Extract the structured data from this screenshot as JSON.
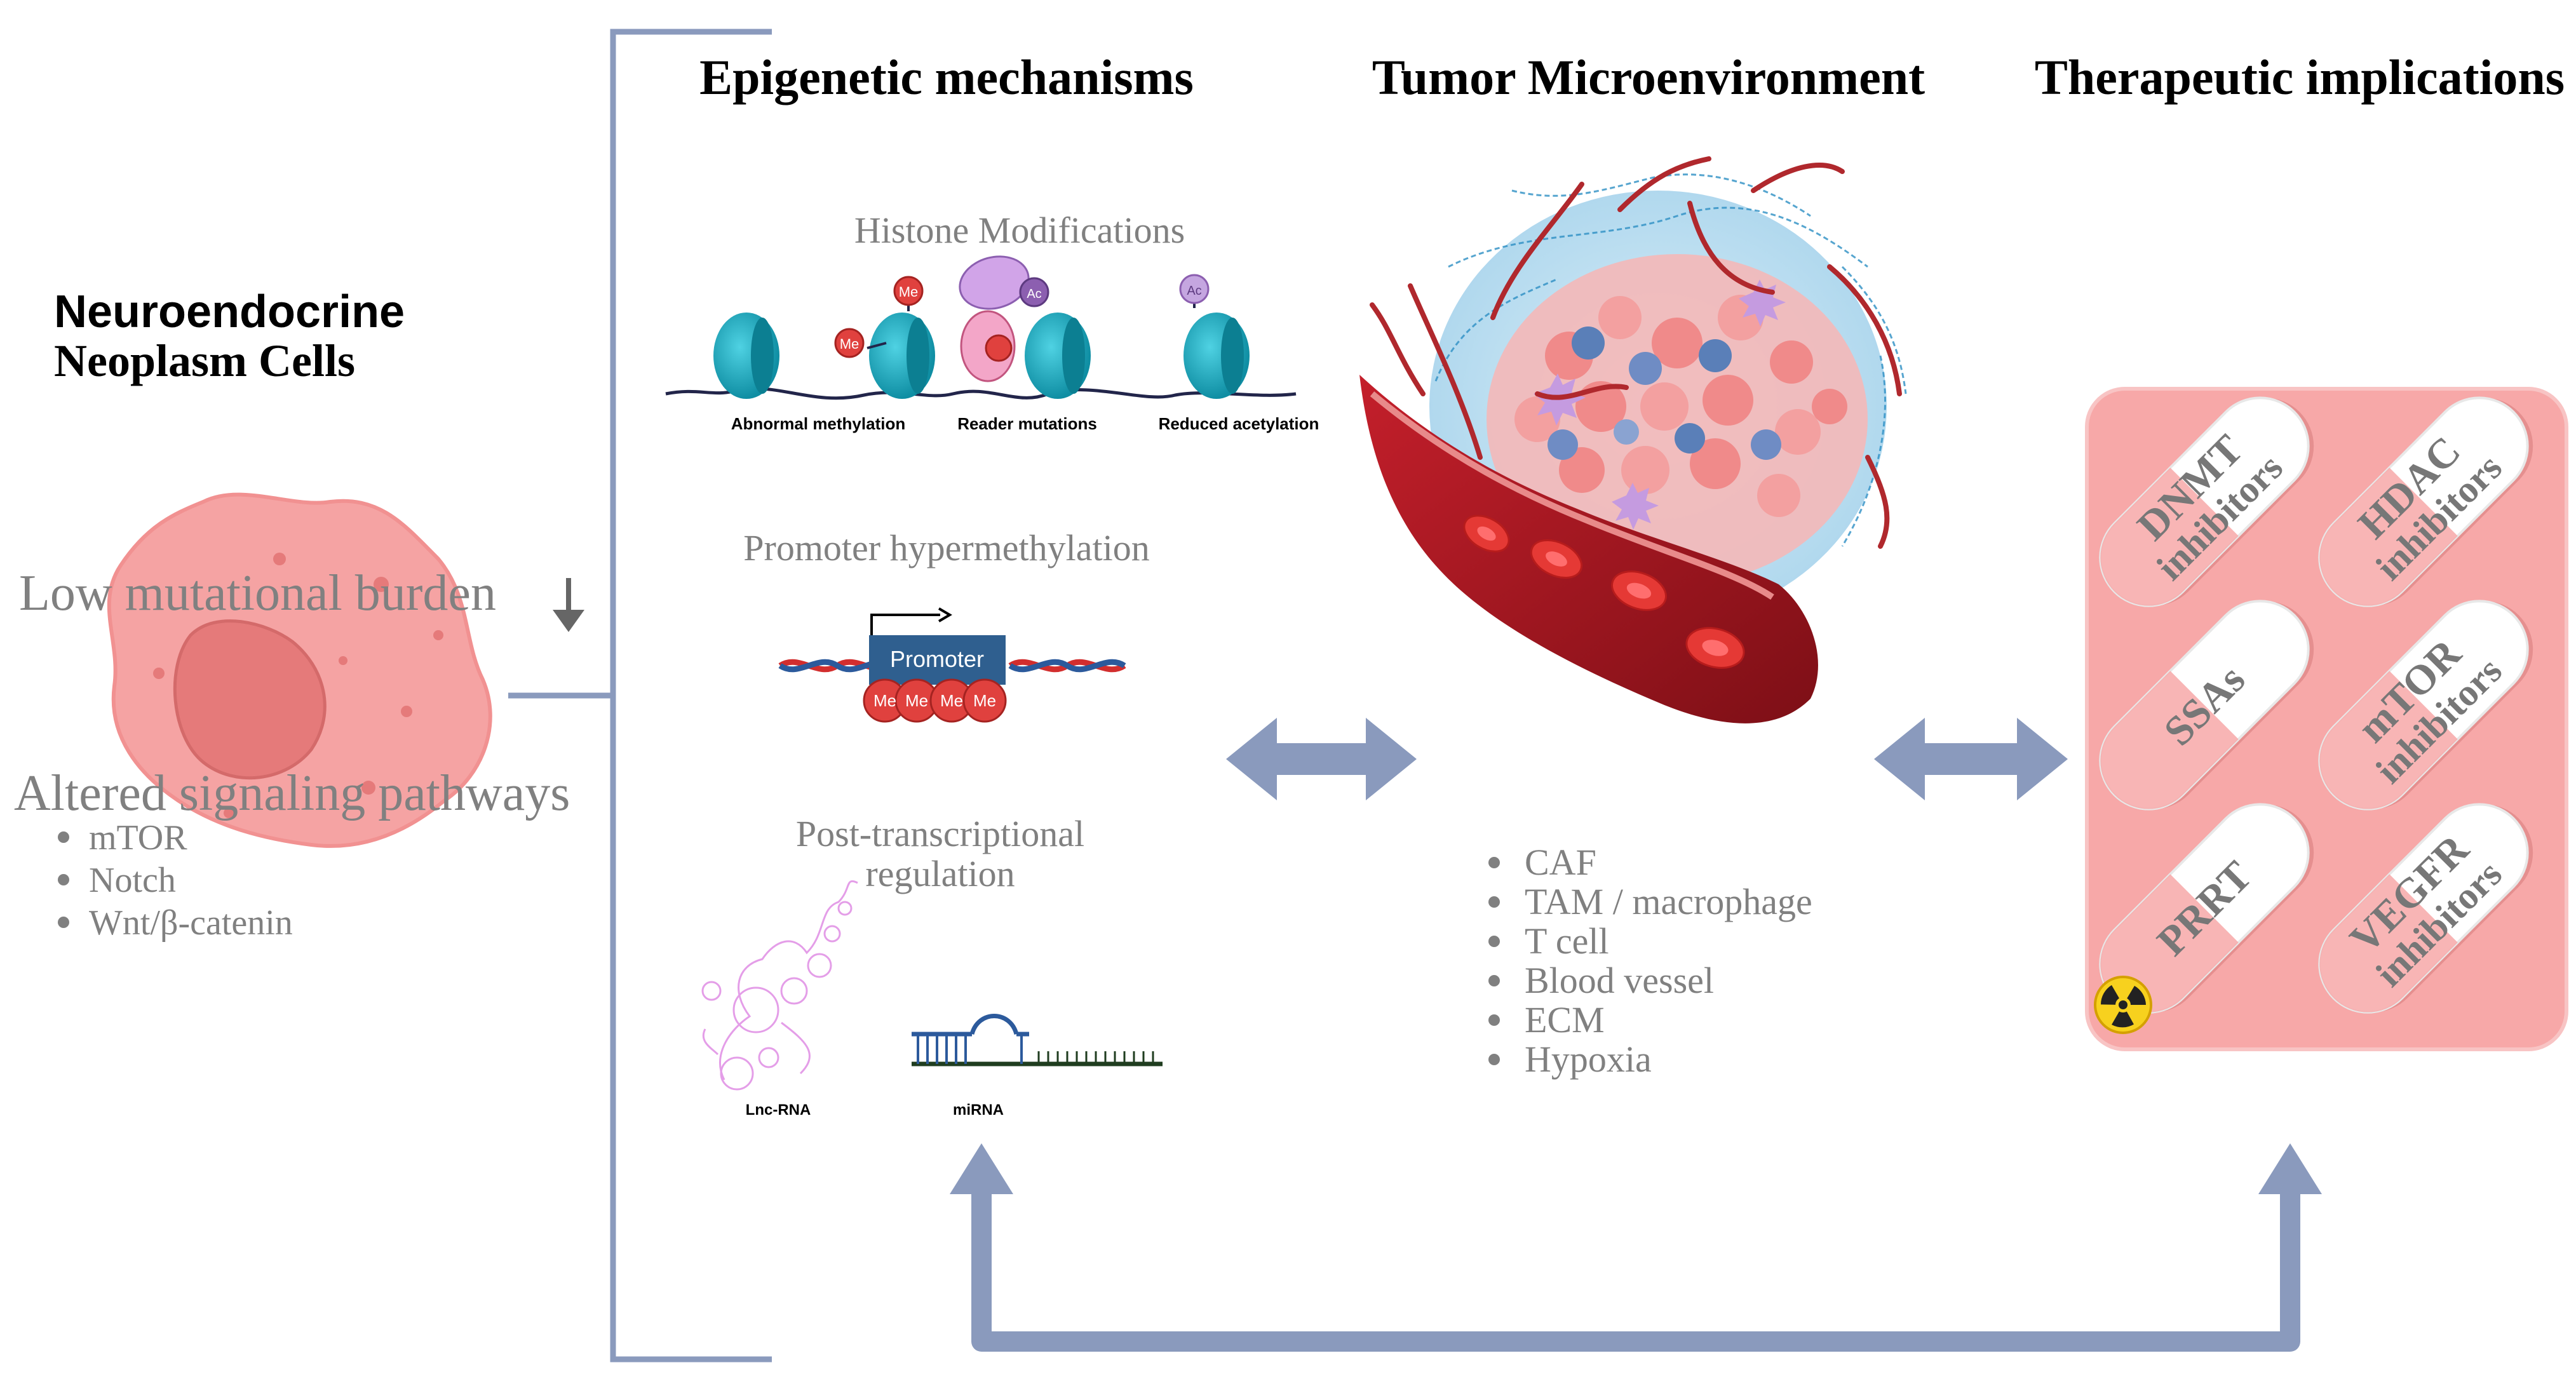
{
  "left_panel": {
    "title_line1": "Neuroendocrine",
    "title_line2": "Neoplasm Cells",
    "low_burden": "Low mutational burden",
    "altered_pathways": "Altered signaling pathways",
    "pathways": [
      "mTOR",
      "Notch",
      "Wnt/β-catenin"
    ]
  },
  "headers": {
    "epigenetic": "Epigenetic mechanisms",
    "tme": "Tumor Microenvironment",
    "therapeutic": "Therapeutic implications"
  },
  "epigenetic": {
    "histone_title": "Histone Modifications",
    "histone_labels": [
      "Abnormal methylation",
      "Reader mutations",
      "Reduced acetylation"
    ],
    "mark_me": "Me",
    "mark_ac": "Ac",
    "promoter_title": "Promoter hypermethylation",
    "promoter_label": "Promoter",
    "post_title_line1": "Post-transcriptional",
    "post_title_line2": "regulation",
    "lnc_label": "Lnc-RNA",
    "mirna_label": "miRNA"
  },
  "tme": {
    "items": [
      "CAF",
      "TAM / macrophage",
      "T cell",
      "Blood vessel",
      "ECM",
      "Hypoxia"
    ]
  },
  "therapeutic": {
    "pills": [
      {
        "line1": "DNMT",
        "line2": "inhibitors"
      },
      {
        "line1": "HDAC",
        "line2": "inhibitors"
      },
      {
        "line1": "SSAs",
        "line2": ""
      },
      {
        "line1": "mTOR",
        "line2": "inhibitors"
      },
      {
        "line1": "PRRT",
        "line2": ""
      },
      {
        "line1": "VEGFR",
        "line2": "inhibitors"
      }
    ]
  },
  "colors": {
    "arrow": "#8a9abd",
    "bracket": "#8a9abd",
    "cell_outer": "#f5a3a3",
    "cell_nucleus": "#e57a7a",
    "blister": "#f7a8a8",
    "pill_body": "#ffffff",
    "pill_text": "#777777",
    "nucleosome": "#1bb3c9",
    "methyl": "#e0413e",
    "acetyl": "#9a6ac4",
    "promoter_box": "#2f5f8f",
    "gray_text": "#808080"
  }
}
